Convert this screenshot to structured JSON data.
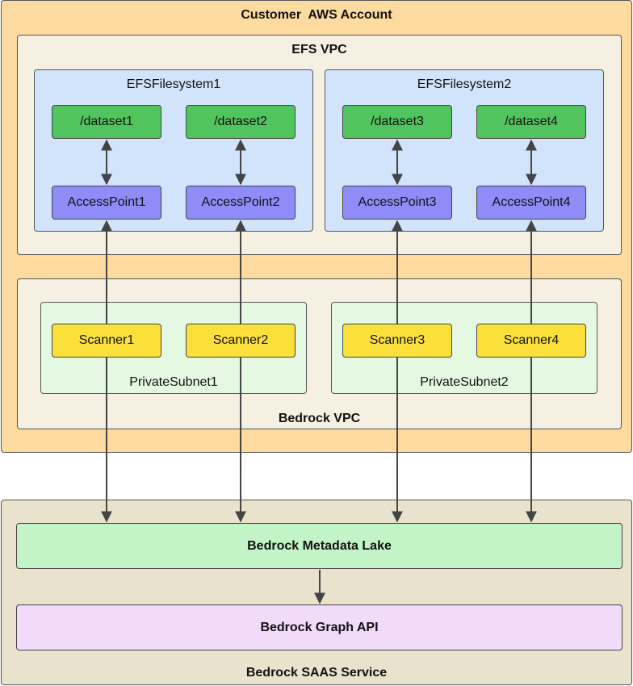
{
  "customer_account": {
    "title": "Customer  AWS Account",
    "color": "#fddaa0"
  },
  "efs_vpc": {
    "title": "EFS VPC",
    "color": "#f6f0e2"
  },
  "filesystems": [
    {
      "title": "EFSFilesystem1",
      "datasets": [
        "/dataset1",
        "/dataset2"
      ],
      "access_points": [
        "AccessPoint1",
        "AccessPoint2"
      ]
    },
    {
      "title": "EFSFilesystem2",
      "datasets": [
        "/dataset3",
        "/dataset4"
      ],
      "access_points": [
        "AccessPoint3",
        "AccessPoint4"
      ]
    }
  ],
  "bedrock_vpc": {
    "title": "Bedrock VPC"
  },
  "subnets": [
    {
      "title": "PrivateSubnet1",
      "scanners": [
        "Scanner1",
        "Scanner2"
      ]
    },
    {
      "title": "PrivateSubnet2",
      "scanners": [
        "Scanner3",
        "Scanner4"
      ]
    }
  ],
  "saas": {
    "title": "Bedrock SAAS Service",
    "color": "#e9e2cc"
  },
  "metadata_lake": {
    "label": "Bedrock Metadata Lake",
    "color": "#c2f4c7"
  },
  "graph_api": {
    "label": "Bedrock Graph API",
    "color": "#f1dafa"
  },
  "colors": {
    "filesystem_bg": "#d2e3fc",
    "subnet_bg": "#e4f8e2",
    "dataset": "#52c45e",
    "access_point": "#8f8cf7",
    "scanner": "#fbdf3a",
    "connector": "#444444"
  }
}
